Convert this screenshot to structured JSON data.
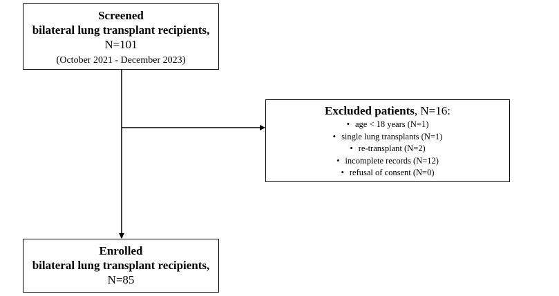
{
  "screened": {
    "title": "Screened",
    "subtitle": "bilateral lung transplant recipients,",
    "count": "N=101",
    "period": "October 2021 - December 2023",
    "paren_open": "(",
    "paren_close": ")"
  },
  "excluded": {
    "title": "Excluded patients",
    "count": ", N=16:",
    "bullet": "•",
    "items": [
      "age < 18 years (N=1)",
      "single lung transplants (N=1)",
      "re-transplant (N=2)",
      "incomplete records (N=12)",
      "refusal of  consent (N=0)"
    ]
  },
  "enrolled": {
    "title": "Enrolled",
    "subtitle": "bilateral lung transplant recipients,",
    "count": "N=85"
  }
}
